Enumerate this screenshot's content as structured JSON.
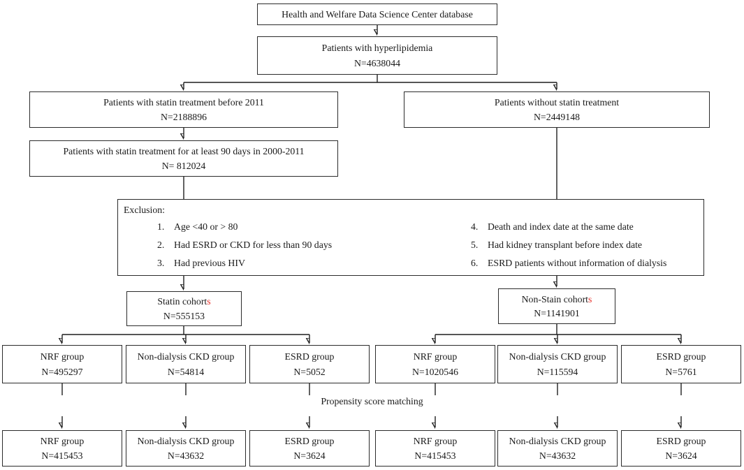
{
  "colors": {
    "line": "#1f1f1f",
    "highlight_red": "#e8302a",
    "background": "#ffffff"
  },
  "flowchart": {
    "db_box": {
      "label": "Health and Welfare Data Science Center database"
    },
    "hyper_box": {
      "label": "Patients with hyperlipidemia",
      "n": "N=4638044"
    },
    "statin_before_box": {
      "label": "Patients with statin treatment before 2011",
      "n": "N=2188896"
    },
    "no_statin_box": {
      "label": "Patients without statin treatment",
      "n": "N=2449148"
    },
    "statin_90_box": {
      "label": "Patients with statin treatment for at least 90 days in 2000-2011",
      "n": "N= 812024"
    },
    "exclusion": {
      "title": "Exclusion:",
      "items": [
        {
          "num": "1.",
          "text": "Age <40 or > 80"
        },
        {
          "num": "2.",
          "text": "Had ESRD or CKD for less than 90 days"
        },
        {
          "num": "3.",
          "text": "Had previous HIV"
        },
        {
          "num": "4.",
          "text": "Death and index date at the same date"
        },
        {
          "num": "5.",
          "text": "Had kidney transplant before index date"
        },
        {
          "num": "6.",
          "text": "ESRD patients without information of dialysis"
        }
      ]
    },
    "statin_cohort_box": {
      "label_black": "Statin cohort",
      "label_red": "s",
      "n": "N=555153"
    },
    "non_statin_cohort_box": {
      "label_black": "Non-Stain cohort",
      "label_red": "s",
      "n": "N=1141901"
    },
    "matching_label": "Propensity score matching",
    "mid_groups": [
      {
        "label": "NRF group",
        "n": "N=495297"
      },
      {
        "label": "Non-dialysis CKD group",
        "n": "N=54814"
      },
      {
        "label": "ESRD group",
        "n": "N=5052"
      },
      {
        "label": "NRF group",
        "n": "N=1020546"
      },
      {
        "label": "Non-dialysis CKD group",
        "n": "N=115594"
      },
      {
        "label": "ESRD group",
        "n": "N=5761"
      }
    ],
    "matched_groups": [
      {
        "label": "NRF group",
        "n": "N=415453"
      },
      {
        "label": "Non-dialysis CKD group",
        "n": "N=43632"
      },
      {
        "label": "ESRD group",
        "n": "N=3624"
      },
      {
        "label": "NRF group",
        "n": "N=415453"
      },
      {
        "label": "Non-dialysis CKD group",
        "n": "N=43632"
      },
      {
        "label": "ESRD group",
        "n": "N=3624"
      }
    ]
  }
}
